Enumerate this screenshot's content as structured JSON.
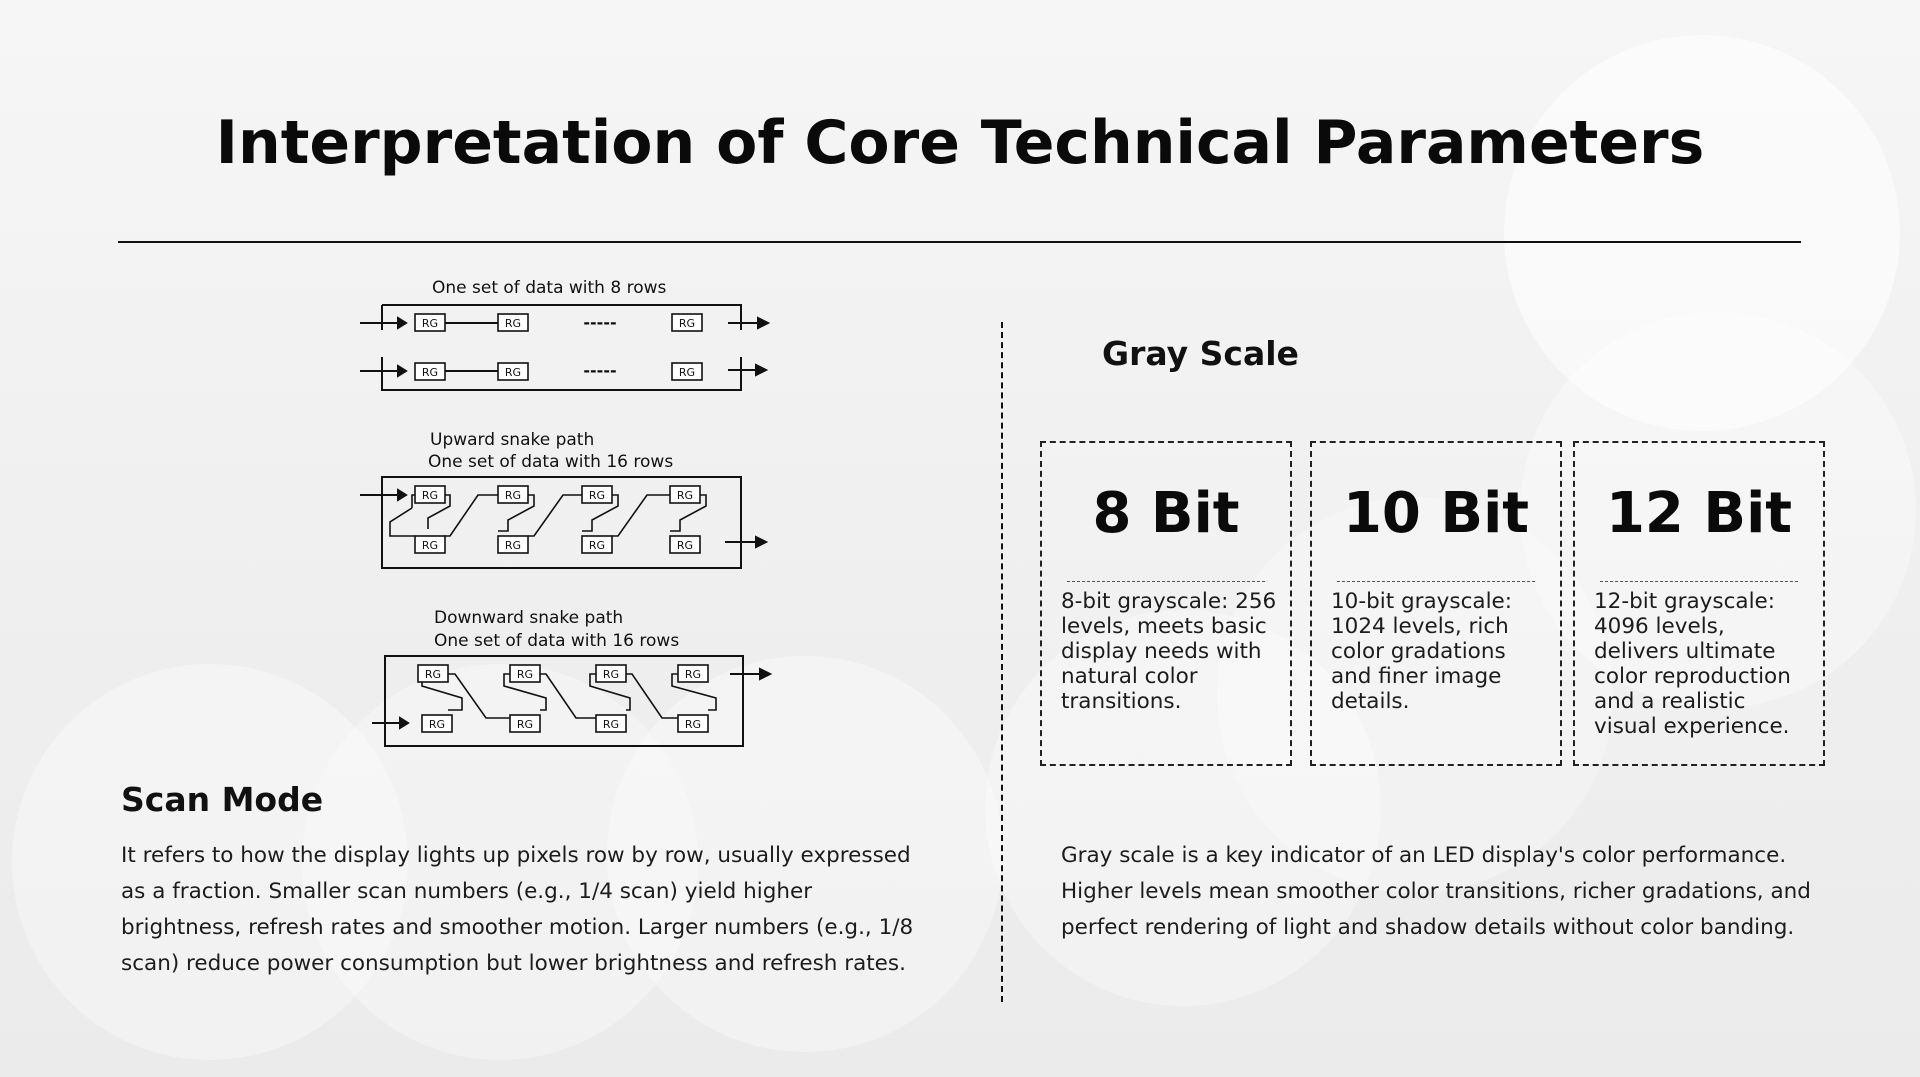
{
  "title": "Interpretation of Core Technical Parameters",
  "diagrams": {
    "box_label": "RG",
    "dashes": "-----",
    "first": {
      "caption": "One set of data with 8 rows"
    },
    "second": {
      "caption_line1": "Upward snake path",
      "caption_line2": "One set of data with 16 rows"
    },
    "third": {
      "caption_line1": "Downward snake path",
      "caption_line2": "One set of data with 16 rows"
    }
  },
  "scan_mode": {
    "heading": "Scan Mode",
    "description": "It refers to how the display lights up pixels row by row, usually expressed as a fraction. Smaller scan numbers (e.g., 1/4 scan) yield higher brightness, refresh rates and smoother motion. Larger numbers (e.g., 1/8 scan) reduce power consumption but lower brightness and refresh rates."
  },
  "gray_scale": {
    "heading": "Gray Scale",
    "cards": [
      {
        "label": "8 Bit",
        "text": "8-bit grayscale: 256 levels, meets basic display needs with natural color transitions."
      },
      {
        "label": "10 Bit",
        "text": "10-bit grayscale: 1024 levels, rich color gradations and finer image details."
      },
      {
        "label": "12 Bit",
        "text": "12-bit grayscale: 4096 levels, delivers ultimate color reproduction and a realistic visual experience."
      }
    ],
    "description": "Gray scale is a key indicator of an LED display's color performance. Higher levels mean smoother color transitions, richer gradations, and perfect rendering of light and shadow details without color banding."
  },
  "colors": {
    "ink": "#111111",
    "background": "#f2f2f2"
  }
}
